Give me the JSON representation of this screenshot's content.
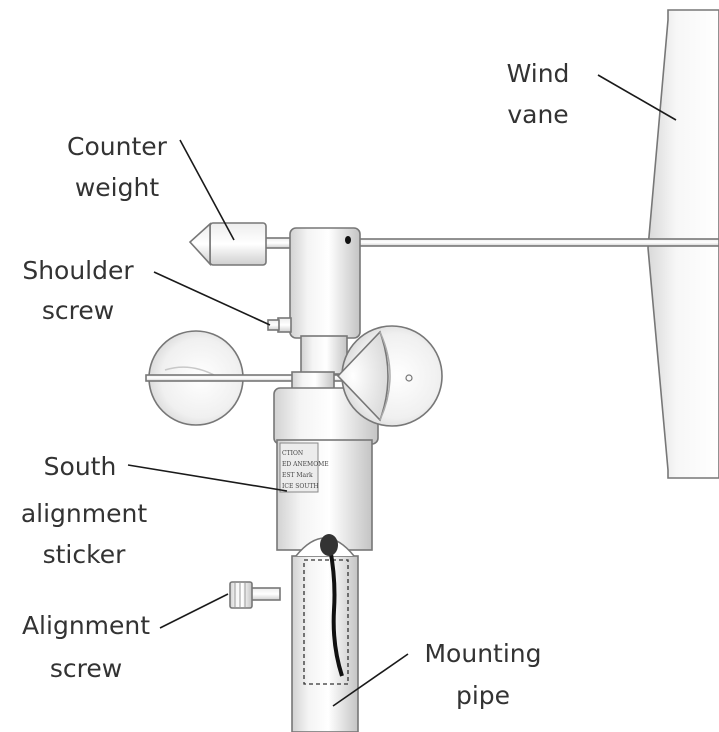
{
  "labels": {
    "wind_vane": [
      "Wind",
      "vane"
    ],
    "counter_weight": [
      "Counter",
      "weight"
    ],
    "shoulder_screw": [
      "Shoulder",
      "screw"
    ],
    "south_alignment_sticker": [
      "South",
      "alignment",
      "sticker"
    ],
    "alignment_screw": [
      "Alignment",
      "screw"
    ],
    "mounting_pipe": [
      "Mounting",
      "pipe"
    ]
  },
  "sticker": {
    "lines": [
      "CTION",
      "ED ANEMOME",
      "EST Mark",
      "ICE SOUTH"
    ]
  }
}
